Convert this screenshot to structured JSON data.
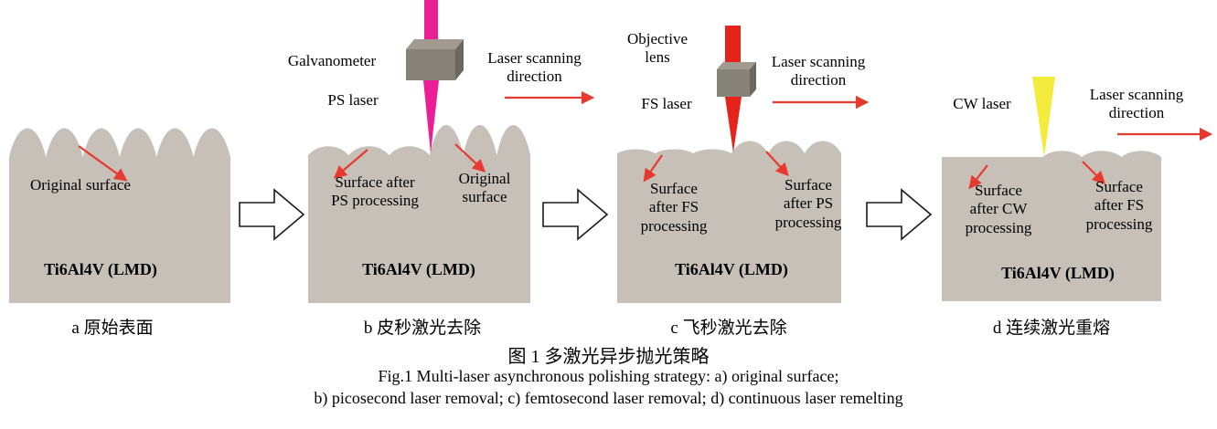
{
  "figure": {
    "title_cn": "图 1  多激光异步抛光策略",
    "caption_en_line1": "Fig.1 Multi-laser asynchronous polishing strategy: a) original surface;",
    "caption_en_line2": "b) picosecond laser removal; c) femtosecond laser removal; d) continuous laser remelting"
  },
  "panel_a": {
    "surface_label": "Original surface",
    "material": "Ti6Al4V (LMD)",
    "caption": "a  原始表面"
  },
  "panel_b": {
    "device_label": "Galvanometer",
    "laser_label": "PS laser",
    "scan_label": "Laser scanning\ndirection",
    "left_surface_label": "Surface after\nPS processing",
    "right_surface_label": "Original\nsurface",
    "material": "Ti6Al4V (LMD)",
    "caption": "b  皮秒激光去除"
  },
  "panel_c": {
    "device_label": "Objective\nlens",
    "laser_label": "FS laser",
    "scan_label": "Laser scanning\ndirection",
    "left_surface_label": "Surface\nafter FS\nprocessing",
    "right_surface_label": "Surface\nafter PS\nprocessing",
    "material": "Ti6Al4V (LMD)",
    "caption": "c  飞秒激光去除"
  },
  "panel_d": {
    "laser_label": "CW laser",
    "scan_label": "Laser scanning\ndirection",
    "left_surface_label": "Surface\nafter CW\nprocessing",
    "right_surface_label": "Surface\nafter FS\nprocessing",
    "material": "Ti6Al4V (LMD)",
    "caption": "d  连续激光重熔"
  },
  "colors": {
    "block_gray": "#c6c0b8",
    "box_front": "#878278",
    "box_top": "#a09a90",
    "box_side": "#6c675f",
    "ps_beam_magenta": "#ec1e96",
    "fs_beam_red": "#e5231b",
    "cw_beam_yellow": "#f3ec3d",
    "arrow_red": "#e8392f",
    "process_arrow_fill": "#ffffff",
    "process_arrow_stroke": "#1a1a1a"
  }
}
